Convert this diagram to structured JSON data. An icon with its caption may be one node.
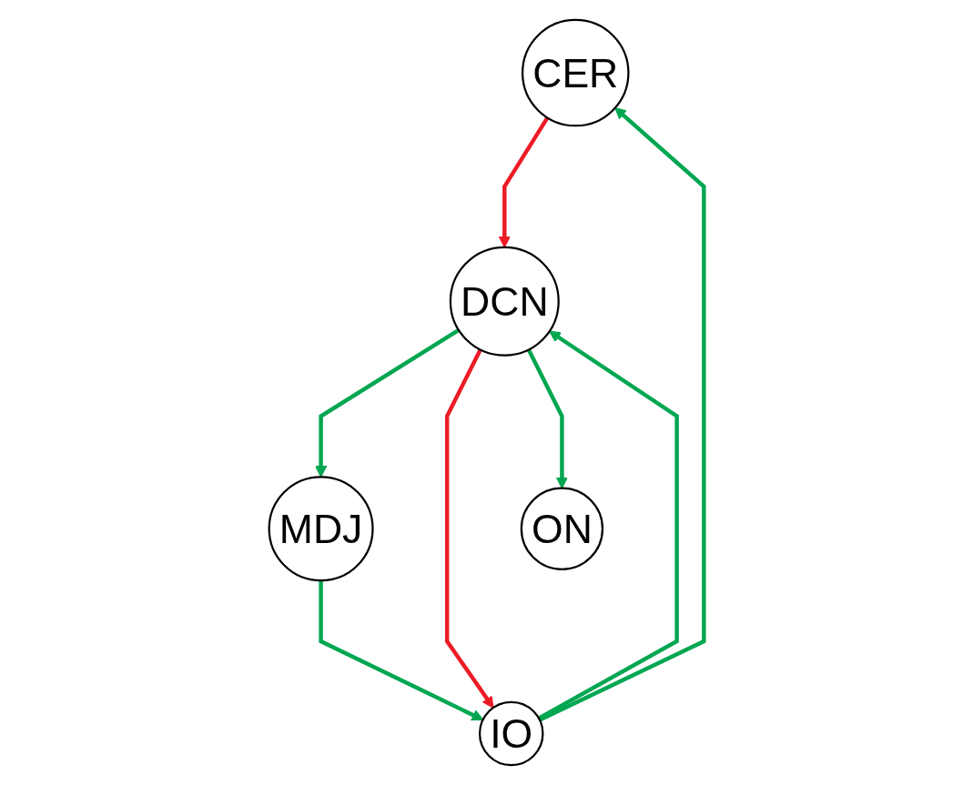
{
  "diagram": {
    "nodes": [
      {
        "text": [
          "CER"
        ]
      },
      {
        "text": [
          "MDJ"
        ]
      },
      {
        "text": [
          "DCN"
        ]
      },
      {
        "text": [
          "IO"
        ]
      },
      {
        "text": [
          "ON"
        ]
      }
    ],
    "edges": [
      {
        "from": 0,
        "to": 2,
        "arrow": "to",
        "color": "#ed1c24"
      },
      {
        "from": 2,
        "to": 1,
        "arrow": "to"
      },
      {
        "from": 3,
        "to": 0,
        "arrow": "to"
      },
      {
        "from": 3,
        "to": 2,
        "arrow": "to"
      },
      {
        "from": 1,
        "to": 3,
        "arrow": "to"
      },
      {
        "from": 2,
        "to": 3,
        "arrow": "to",
        "color": "#ed1c24"
      },
      {
        "from": 2,
        "to": 4,
        "arrow": "to"
      }
    ]
  }
}
